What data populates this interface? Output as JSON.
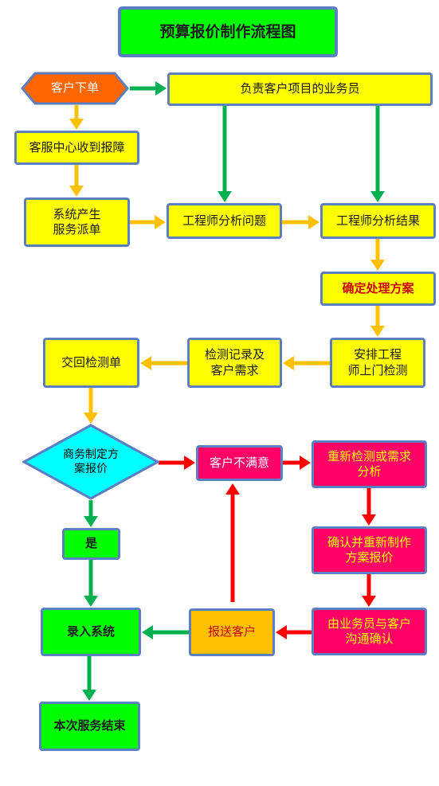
{
  "title": "预算报价制作流程图",
  "nodes": {
    "customer_order": "客户下单",
    "salesperson": "负责客户项目的业务员",
    "service_center": "客服中心收到报障",
    "system_dispatch": "系统产生\n服务派单",
    "engineer_analyze_issue": "工程师分析问题",
    "engineer_analyze_result": "工程师分析结果",
    "confirm_plan": "确定处理方案",
    "arrange_engineer": "安排工程\n师上门检测",
    "record_needs": "检测记录及\n客户需求",
    "return_inspection": "交回检测单",
    "business_quote": "商务制定方\n案报价",
    "customer_unsatisfied": "客户不满意",
    "recheck_analysis": "重新检测或需求\n分析",
    "confirm_remake": "确认并重新制作\n方案报价",
    "sales_communicate": "由业务员与客户\n沟通确认",
    "send_customer": "报送客户",
    "yes": "是",
    "enter_system": "录入系统",
    "service_end": "本次服务结束"
  },
  "colors": {
    "arrow_green": "#00b050",
    "arrow_orange": "#ffc000",
    "arrow_red": "#ff0000",
    "hexagon_fill": "#ff6600",
    "diamond_fill": "#00ffff",
    "border": "#5b7fc0"
  }
}
